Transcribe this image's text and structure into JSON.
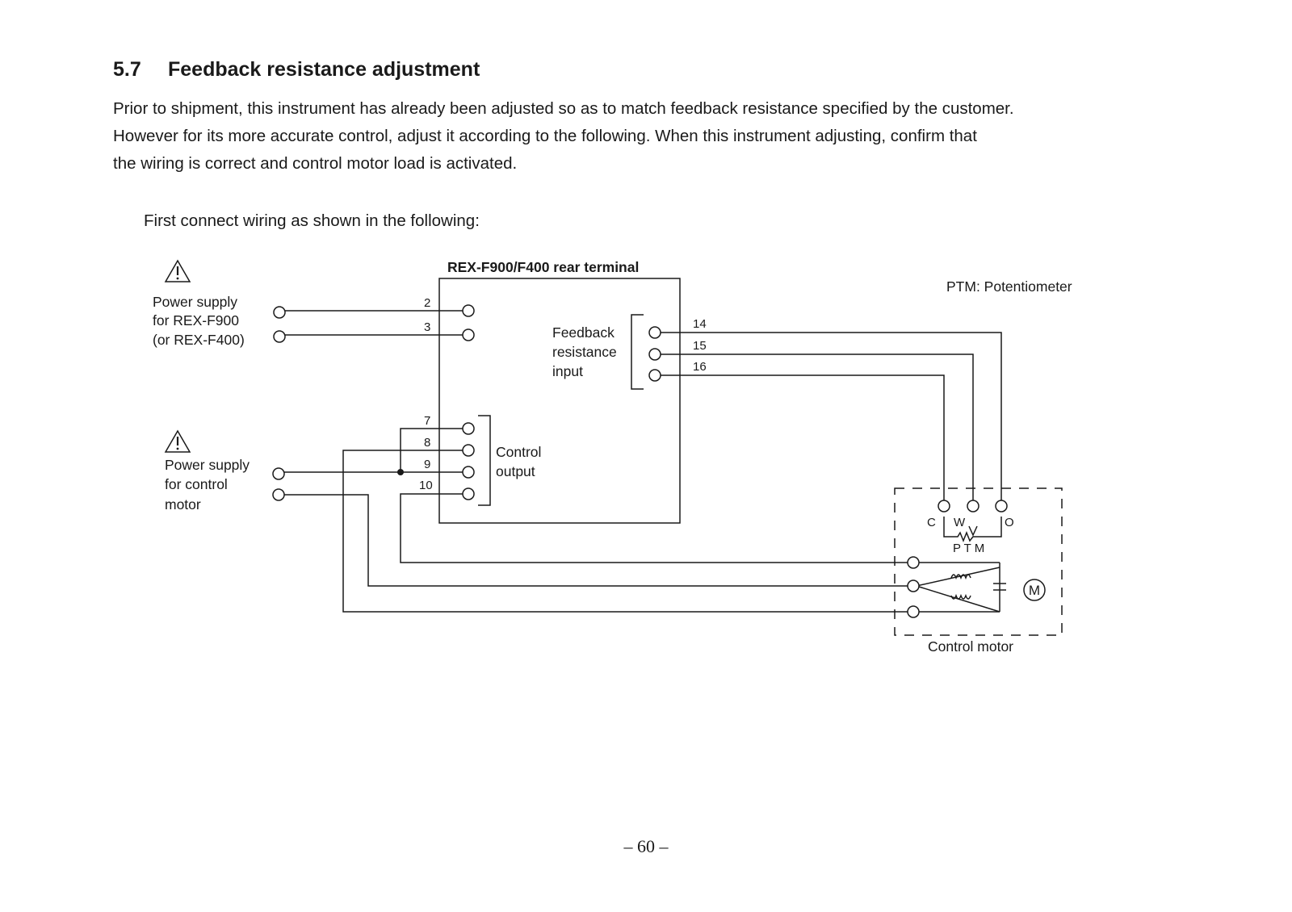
{
  "section": {
    "number": "5.7",
    "title": "Feedback resistance adjustment"
  },
  "paragraph": [
    "Prior to shipment, this instrument has already been adjusted so as to match feedback resistance specified by the customer.",
    "However for its more accurate control, adjust it according to the following. When this instrument adjusting, confirm that",
    "the wiring is correct and control motor load is activated."
  ],
  "intro": "First connect wiring as shown in the following:",
  "diagram": {
    "terminal_title": "REX-F900/F400 rear terminal",
    "ptm_legend": "PTM: Potentiometer",
    "power_supply_instrument": [
      "Power supply",
      "for REX-F900",
      "(or REX-F400)"
    ],
    "power_supply_motor": [
      "Power supply",
      "for control",
      "motor"
    ],
    "feedback_label": [
      "Feedback",
      "resistance",
      "input"
    ],
    "control_output_label": [
      "Control",
      "output"
    ],
    "terminal_numbers": {
      "t2": "2",
      "t3": "3",
      "t7": "7",
      "t8": "8",
      "t9": "9",
      "t10": "10",
      "t14": "14",
      "t15": "15",
      "t16": "16"
    },
    "ptm_terminals": {
      "c": "C",
      "w": "W",
      "o": "O"
    },
    "ptm_label": "P T M",
    "motor_symbol": "M",
    "control_motor_label": "Control motor"
  },
  "page_number": "– 60 –"
}
